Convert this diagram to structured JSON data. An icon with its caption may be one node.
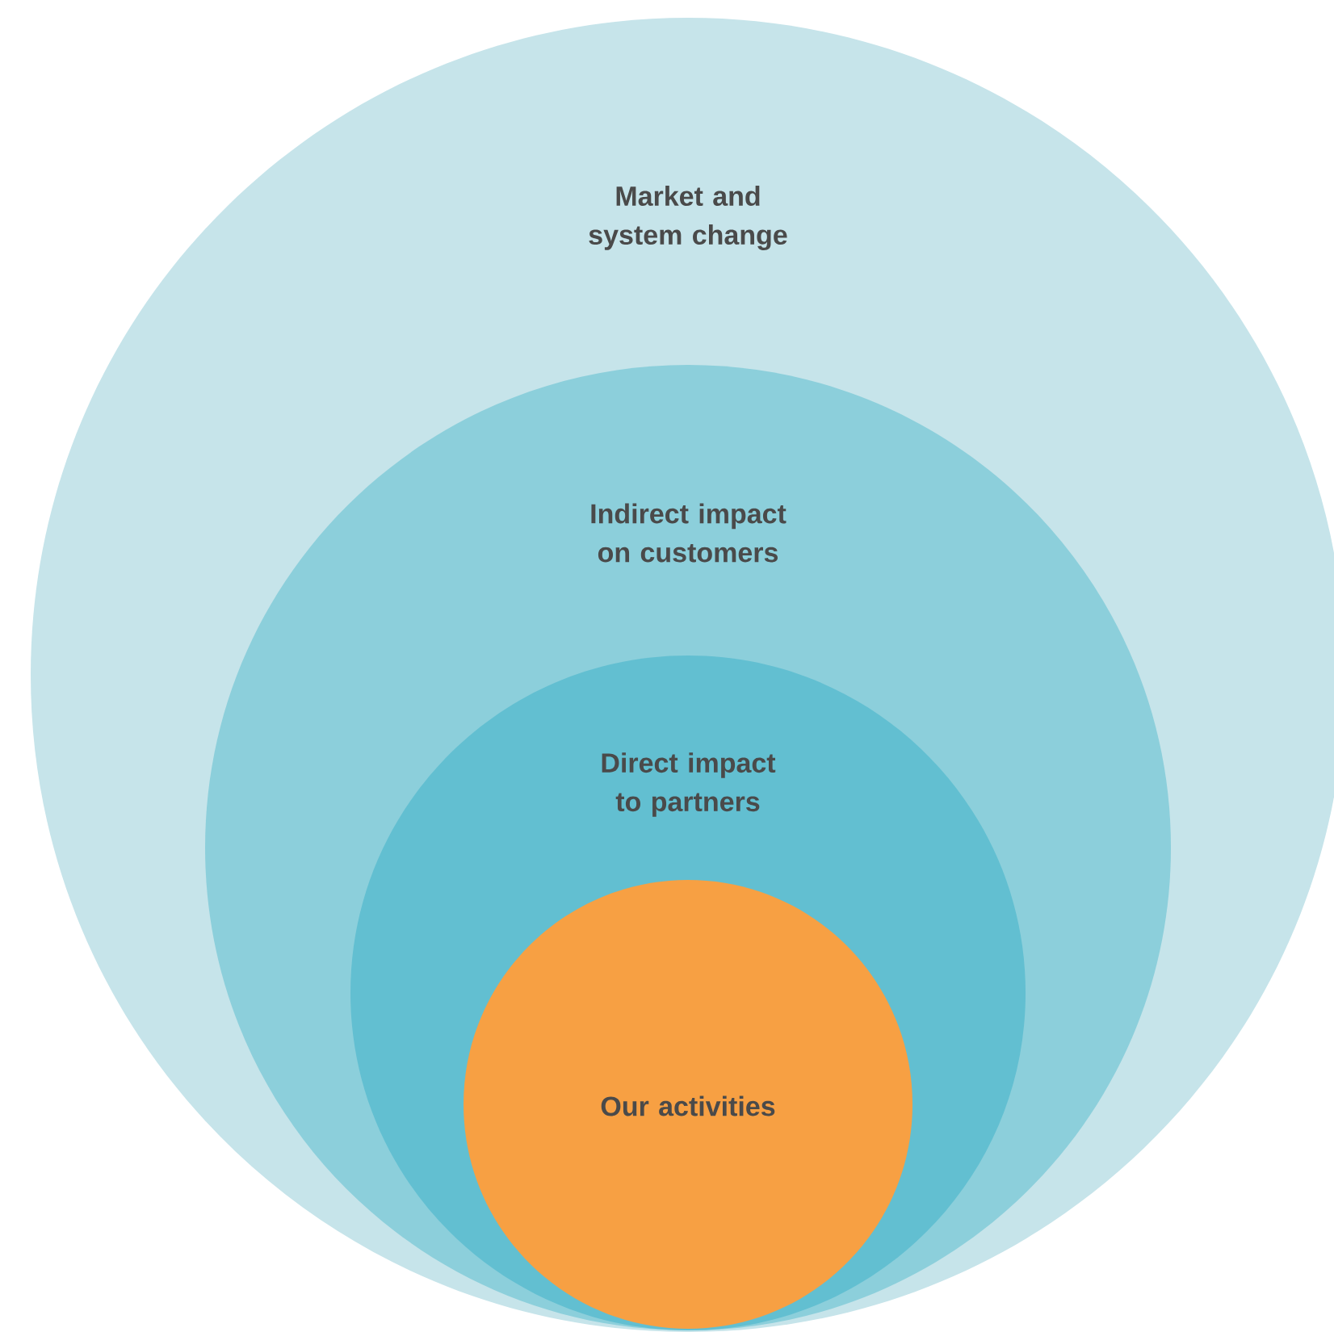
{
  "diagram": {
    "nodes": [
      {
        "text": [
          "Market and system change"
        ]
      },
      {
        "text": [
          "Indirect impact on customers"
        ],
        "in": 0
      },
      {
        "text": [
          "Direct impact to partners"
        ],
        "in": 1
      },
      {
        "text": [
          "Our activities"
        ],
        "in": 2
      }
    ]
  }
}
